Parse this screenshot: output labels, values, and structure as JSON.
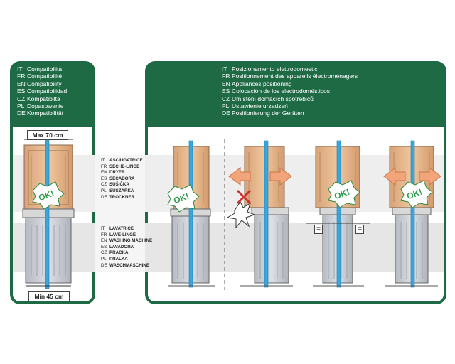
{
  "compatibility": {
    "lines": [
      {
        "code": "IT",
        "text": "Compatibilità"
      },
      {
        "code": "FR",
        "text": "Compatibilité"
      },
      {
        "code": "EN",
        "text": "Compatibility"
      },
      {
        "code": "ES",
        "text": "Compatibilidad"
      },
      {
        "code": "CZ",
        "text": "Kompatibilta"
      },
      {
        "code": "PL",
        "text": "Dopasowanie"
      },
      {
        "code": "DE",
        "text": "Kompatibilität"
      }
    ],
    "max_label": "Max 70 cm",
    "min_label": "Min 45 cm"
  },
  "positioning": {
    "lines": [
      {
        "code": "IT",
        "text": "Posizionamento elettrodomestici"
      },
      {
        "code": "FR",
        "text": "Positionnement des appareils électroménagers"
      },
      {
        "code": "EN",
        "text": "Appliances positioning"
      },
      {
        "code": "ES",
        "text": "Colocación de los electrodomésticos"
      },
      {
        "code": "CZ",
        "text": "Umístění domácích spotřebičů"
      },
      {
        "code": "PL",
        "text": "Ustawienie urządzeń"
      },
      {
        "code": "DE",
        "text": "Positionierung der Geräten"
      }
    ]
  },
  "dryer_labels": [
    {
      "code": "IT",
      "text": "ASCIUGATRICE"
    },
    {
      "code": "FR",
      "text": "SÈCHE-LINGE"
    },
    {
      "code": "EN",
      "text": "DRYER"
    },
    {
      "code": "ES",
      "text": "SECADORA"
    },
    {
      "code": "CZ",
      "text": "SUŠIČKA"
    },
    {
      "code": "PL",
      "text": "SUSZARKA"
    },
    {
      "code": "DE",
      "text": "TROCKNER"
    }
  ],
  "washer_labels": [
    {
      "code": "IT",
      "text": "LAVATRICE"
    },
    {
      "code": "FR",
      "text": "LAVE-LINGE"
    },
    {
      "code": "EN",
      "text": "WASHING MACHINE"
    },
    {
      "code": "ES",
      "text": "LAVADORA"
    },
    {
      "code": "CZ",
      "text": "PRAČKA"
    },
    {
      "code": "PL",
      "text": "PRALKA"
    },
    {
      "code": "DE",
      "text": "WASCHMASCHINE"
    }
  ],
  "badges": {
    "ok": "OK!",
    "equal": "="
  },
  "colors": {
    "panel": "#1e6a45",
    "dryer": "#e9b98e",
    "washer": "#c9ccd3",
    "strap": "#3aa6d9",
    "arrow": "#f2a47a",
    "bad": "#d0302b"
  }
}
